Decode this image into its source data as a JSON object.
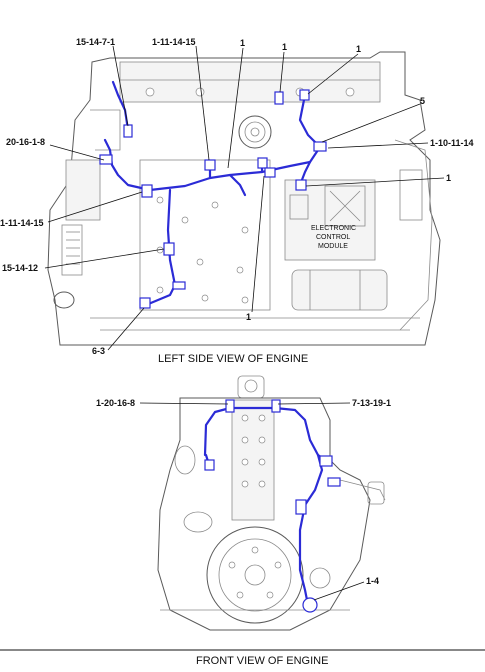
{
  "callouts": {
    "c1": "15-14-7-1",
    "c2": "1-11-14-15",
    "c3": "1",
    "c4": "1",
    "c5": "1",
    "c6": "5",
    "c7": "20-16-1-8",
    "c8": "1-10-11-14",
    "c9": "1",
    "c10": "1-11-14-15",
    "c11": "15-14-12",
    "c12": "6-3",
    "c13": "1",
    "c14": "1-20-16-8",
    "c15": "7-13-19-1",
    "c16": "1-4"
  },
  "ecm_label": {
    "line1": "ELECTRONIC",
    "line2": "CONTROL",
    "line3": "MODULE"
  },
  "captions": {
    "left_view": "LEFT SIDE VIEW OF ENGINE",
    "front_view": "FRONT VIEW OF ENGINE"
  },
  "colors": {
    "harness": "#2b2bd6",
    "engine_lines": "#8a8a8a",
    "text": "#111111"
  }
}
